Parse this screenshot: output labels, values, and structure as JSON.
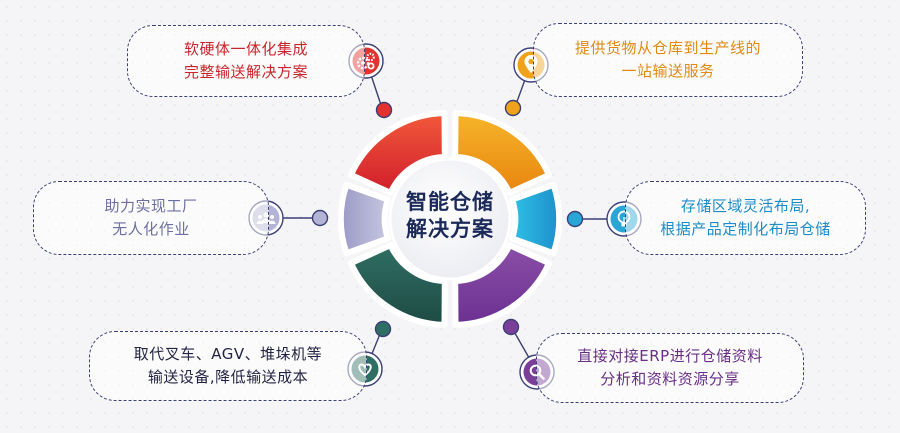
{
  "center": {
    "line1": "智能仓储",
    "line2": "解决方案"
  },
  "items": [
    {
      "line1": "软硬体一体化集成",
      "line2": "完整输送解决方案",
      "icon": "gears-icon",
      "color": "#e2312f"
    },
    {
      "line1": "提供货物从仓库到生产线的",
      "line2": "一站输送服务",
      "icon": "location-pin-icon",
      "color": "#f0a21b"
    },
    {
      "line1": "助力实现工厂",
      "line2": "无人化作业",
      "icon": "people-icon",
      "color": "#b3b3d6"
    },
    {
      "line1": "存储区域灵活布局,",
      "line2": "根据产品定制化布局仓储",
      "icon": "lightbulb-icon",
      "color": "#2aa6d6"
    },
    {
      "line1": "取代叉车、AGV、堆垛机等",
      "line2": "输送设备,降低输送成本",
      "icon": "heart-icon",
      "color": "#2f6e63"
    },
    {
      "line1": "直接对接ERP进行仓储资料",
      "line2": "分析和资料资源分享",
      "icon": "magnifier-icon",
      "color": "#7a3f99"
    }
  ]
}
